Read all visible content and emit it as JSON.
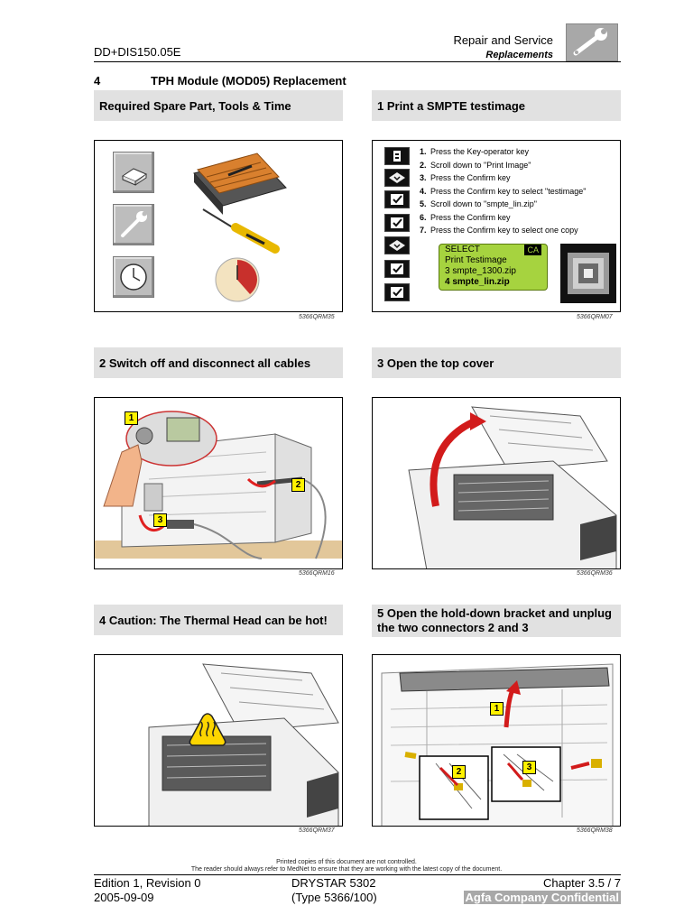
{
  "header": {
    "doc_id": "DD+DIS150.05E",
    "title": "Repair and Service",
    "subtitle": "Replacements",
    "icon": "wrench-icon"
  },
  "section": {
    "number": "4",
    "title": "TPH Module (MOD05) Replacement"
  },
  "panels": [
    {
      "heading": "Required Spare Part, Tools & Time",
      "code": "5366QRM35"
    },
    {
      "heading": "1 Print a SMPTE testimage",
      "code": "5366QRM07"
    },
    {
      "heading": "2 Switch off and disconnect all cables",
      "code": "5366QRM16"
    },
    {
      "heading": "3 Open the top cover",
      "code": "5366QRM36"
    },
    {
      "heading": "4 Caution: The Thermal Head can be hot!",
      "code": "5366QRM37"
    },
    {
      "heading_line1": "5 Open the hold-down bracket and unplug",
      "heading_line2": "the two connectors 2 and 3",
      "code": "5366QRM38"
    }
  ],
  "steps": [
    {
      "n": "1.",
      "text": "Press the Key-operator key"
    },
    {
      "n": "2.",
      "text": "Scroll down to \"Print Image\""
    },
    {
      "n": "3.",
      "text": "Press the Confirm key"
    },
    {
      "n": "4.",
      "text": "Press the Confirm key to select \"testimage\""
    },
    {
      "n": "5.",
      "text": "Scroll down to \"smpte_lin.zip\""
    },
    {
      "n": "6.",
      "text": "Press the Confirm key"
    },
    {
      "n": "7.",
      "text": "Press the Confirm key to select one copy"
    }
  ],
  "lcd": {
    "select": "SELECT",
    "ca": "CA",
    "line1": "Print Testimage",
    "line2": "3 smpte_1300.zip",
    "line3": "4 smpte_lin.zip"
  },
  "callouts": {
    "c1": "1",
    "c2": "2",
    "c3": "3"
  },
  "footer": {
    "note1": "Printed copies of this document are not controlled.",
    "note2": "The reader should always refer to MedNet to ensure that they are working with the latest copy of the document.",
    "edition": "Edition 1, Revision 0",
    "date": "2005-09-09",
    "product": "DRYSTAR 5302",
    "type": "(Type 5366/100)",
    "chapter": "Chapter 3.5 / 7",
    "confidential": "Agfa Company Confidential"
  }
}
